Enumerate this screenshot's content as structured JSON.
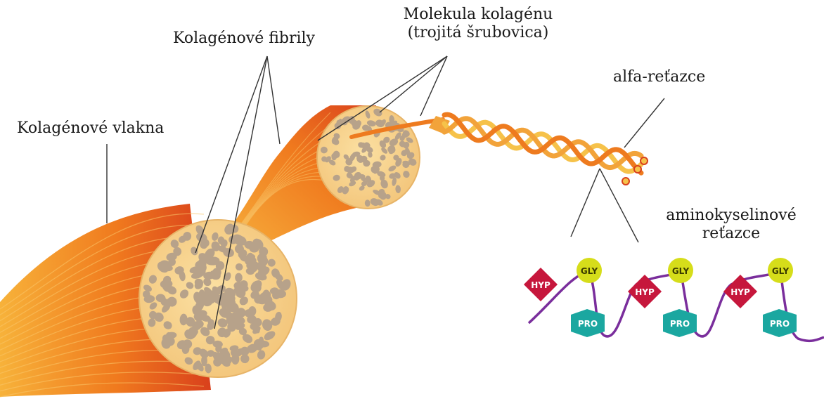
{
  "labels": {
    "fibers": "Kolagénové vlakna",
    "fibrils": "Kolagénové fibrily",
    "molecule_line1": "Molekula kolagénu",
    "molecule_line2": "(trojitá šrubovica)",
    "alpha_chains": "alfa-reťazce",
    "amino_line1": "aminokyselinové",
    "amino_line2": "reťazce"
  },
  "residues": {
    "hyp": "HYP",
    "gly": "GLY",
    "pro": "PRO"
  },
  "colors": {
    "fiber_dark": "#d9401c",
    "fiber_mid": "#f07a1e",
    "fiber_light": "#f7b640",
    "cross_section": "#f8d48c",
    "dot": "#b7a28a",
    "helix_light": "#f6c24a",
    "helix_dark": "#ee7b1f",
    "hyp": "#c6173c",
    "gly": "#d6dd1a",
    "pro": "#1ba7a0",
    "backbone": "#7a2e9c"
  }
}
